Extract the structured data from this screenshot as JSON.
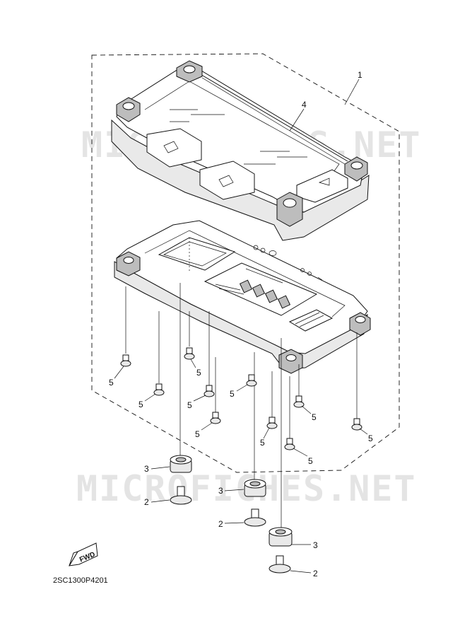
{
  "watermark": "MICROFICHES.NET",
  "diagram_code": "2SC1300P4201",
  "fwd_label": "FWD",
  "callouts": {
    "part_1": "1",
    "part_4": "4",
    "part_2": "2",
    "part_3": "3",
    "part_5": "5"
  }
}
